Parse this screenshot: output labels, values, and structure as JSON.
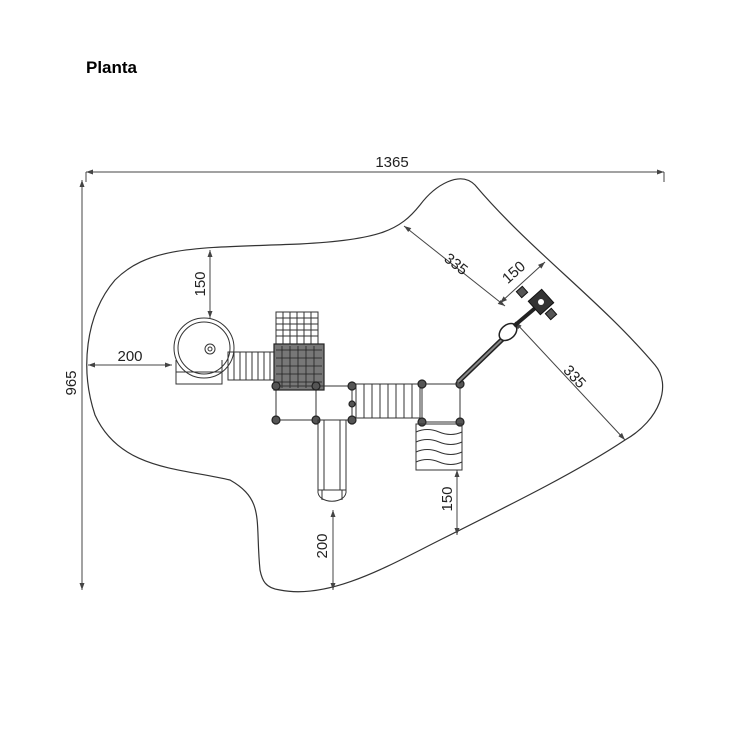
{
  "title": "Planta",
  "dimensions": {
    "overall_width": "1365",
    "overall_height": "965",
    "left_clearance": "200",
    "top_clearance": "150",
    "diag_upper_left": "335",
    "diag_upper_right": "150",
    "diag_lower_right": "335",
    "bottom_right": "150",
    "bottom_slide": "200"
  }
}
